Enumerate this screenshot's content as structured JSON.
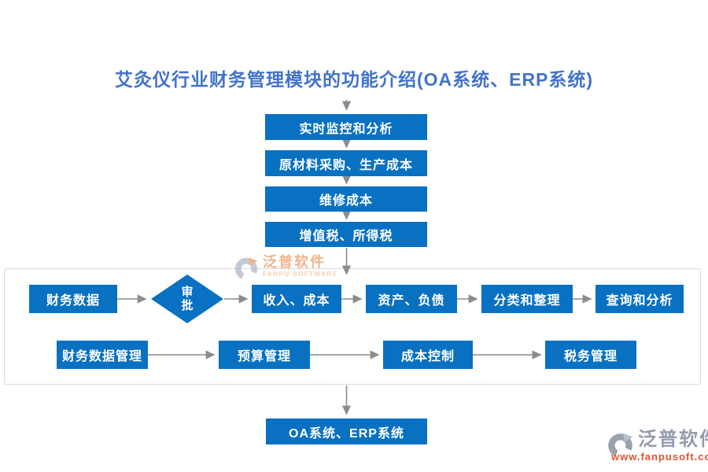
{
  "title": {
    "text": "艾灸仪行业财务管理模块的功能介绍(OA系统、ERP系统)"
  },
  "top_chain": {
    "items": [
      {
        "label": "实时监控和分析"
      },
      {
        "label": "原材料采购、生产成本"
      },
      {
        "label": "维修成本"
      },
      {
        "label": "增值税、所得税"
      }
    ]
  },
  "process_group": {
    "row1": {
      "items": [
        {
          "label": "财务数据",
          "shape": "rect"
        },
        {
          "label": "审批",
          "shape": "diamond"
        },
        {
          "label": "收入、成本",
          "shape": "rect"
        },
        {
          "label": "资产、负债",
          "shape": "rect"
        },
        {
          "label": "分类和整理",
          "shape": "rect"
        },
        {
          "label": "查询和分析",
          "shape": "rect"
        }
      ]
    },
    "row2": {
      "items": [
        {
          "label": "财务数据管理"
        },
        {
          "label": "预算管理"
        },
        {
          "label": "成本控制"
        },
        {
          "label": "税务管理"
        }
      ]
    }
  },
  "bottom_node": {
    "label": "OA系统、ERP系统"
  },
  "watermarks": {
    "center": {
      "brand": "泛普软件",
      "subtitle": "FANPU SOFTWARE"
    },
    "bottom_right": {
      "brand": "泛普软件",
      "url": "www.fanpusoft.com"
    }
  },
  "colors": {
    "title_blue": "#4273c8",
    "node_blue": "#0971c2",
    "node_text": "#ffffff",
    "arrow_gray": "#8c8c8c",
    "dashed_border": "#b3b3b3",
    "watermark_orange": "#f0b48c",
    "watermark_gray": "#939bac",
    "watermark_url_red": "#e5512d"
  }
}
